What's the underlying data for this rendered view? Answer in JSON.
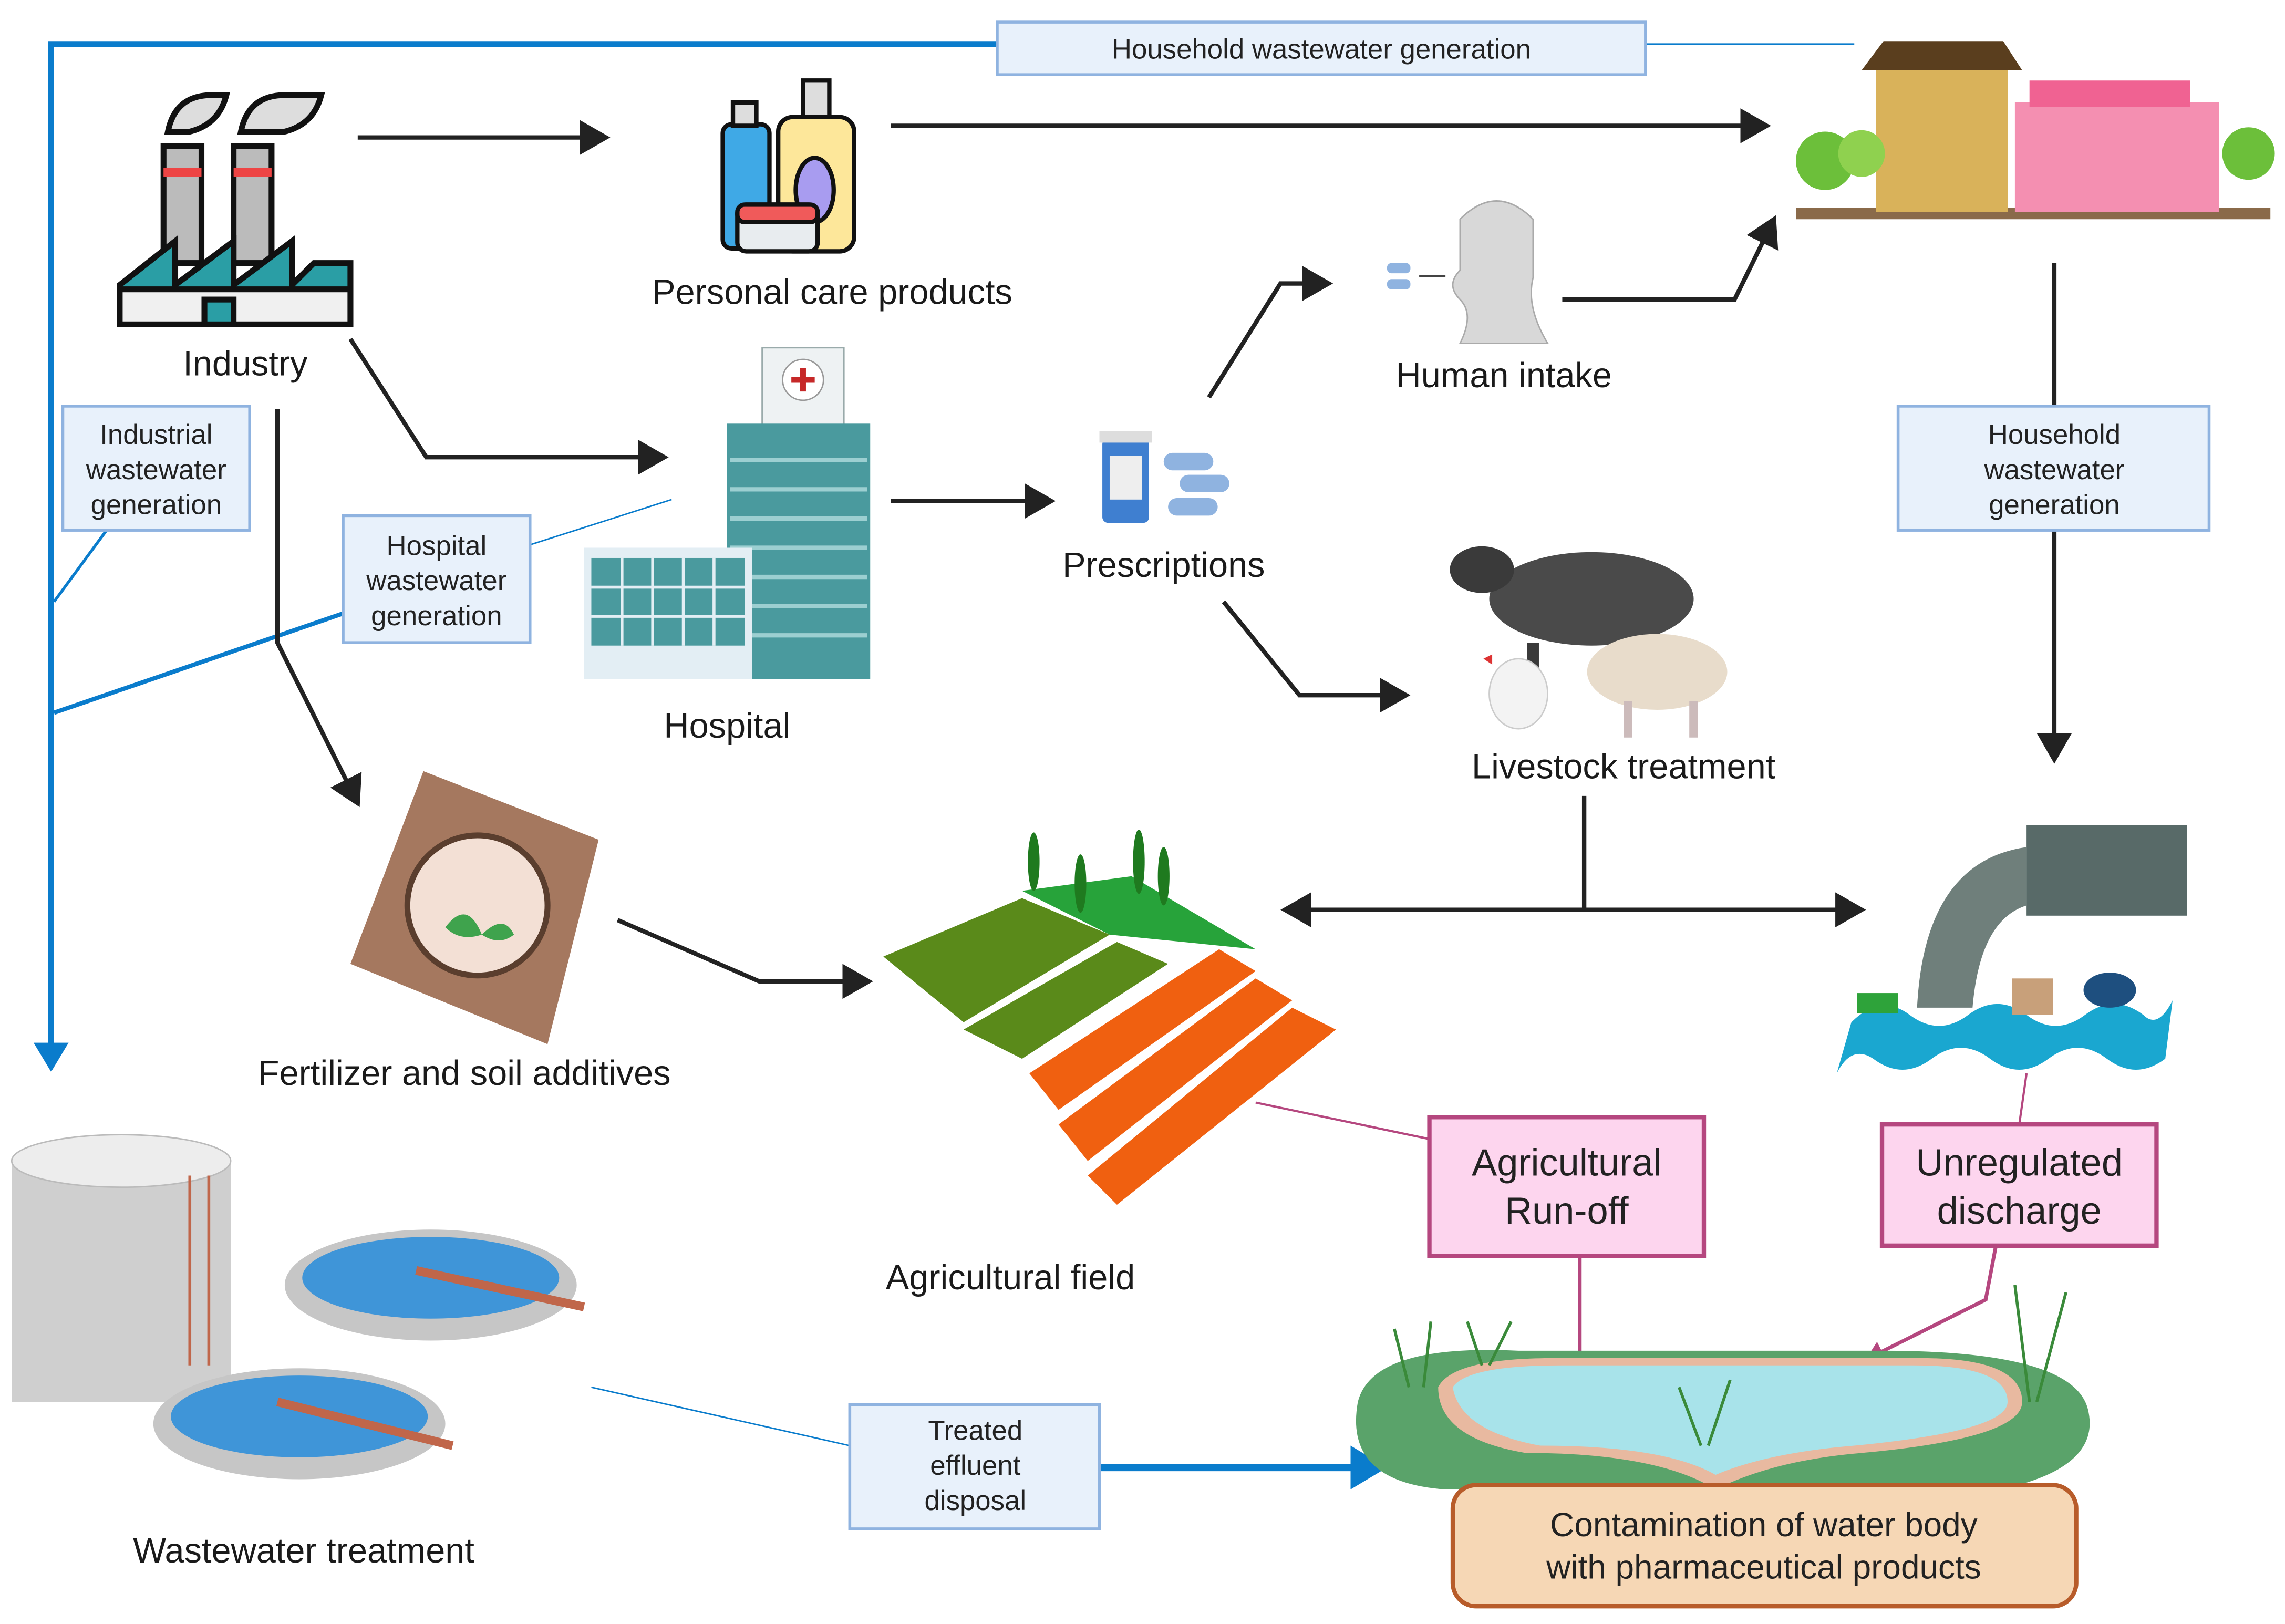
{
  "labels": {
    "industry": "Industry",
    "personal_care": "Personal care products",
    "human_intake": "Human intake",
    "hospital": "Hospital",
    "prescriptions": "Prescriptions",
    "livestock": "Livestock treatment",
    "fertilizer": "Fertilizer and soil additives",
    "agricultural_field": "Agricultural field",
    "wastewater_treatment": "Wastewater treatment"
  },
  "boxes": {
    "household_top": "Household wastewater generation",
    "household_right": [
      "Household",
      "wastewater",
      "generation"
    ],
    "industrial": [
      "Industrial",
      "wastewater",
      "generation"
    ],
    "hospital": [
      "Hospital",
      "wastewater",
      "generation"
    ],
    "treated_effluent": [
      "Treated",
      "effluent",
      "disposal"
    ],
    "agricultural_runoff": [
      "Agricultural",
      "Run-off"
    ],
    "unregulated_discharge": [
      "Unregulated",
      "discharge"
    ],
    "contamination": [
      "Contamination of water body",
      "with pharmaceutical products"
    ]
  },
  "colors": {
    "blue_flow": "#0a7ccc",
    "black_flow": "#222222",
    "pink_box_fill": "#fdd5ee",
    "pink_box_stroke": "#b5477f",
    "blue_box_fill": "#e8f1fb",
    "blue_box_stroke": "#8fb3e0",
    "contamination_fill": "#f6d7b5",
    "contamination_stroke": "#b85c2a"
  }
}
